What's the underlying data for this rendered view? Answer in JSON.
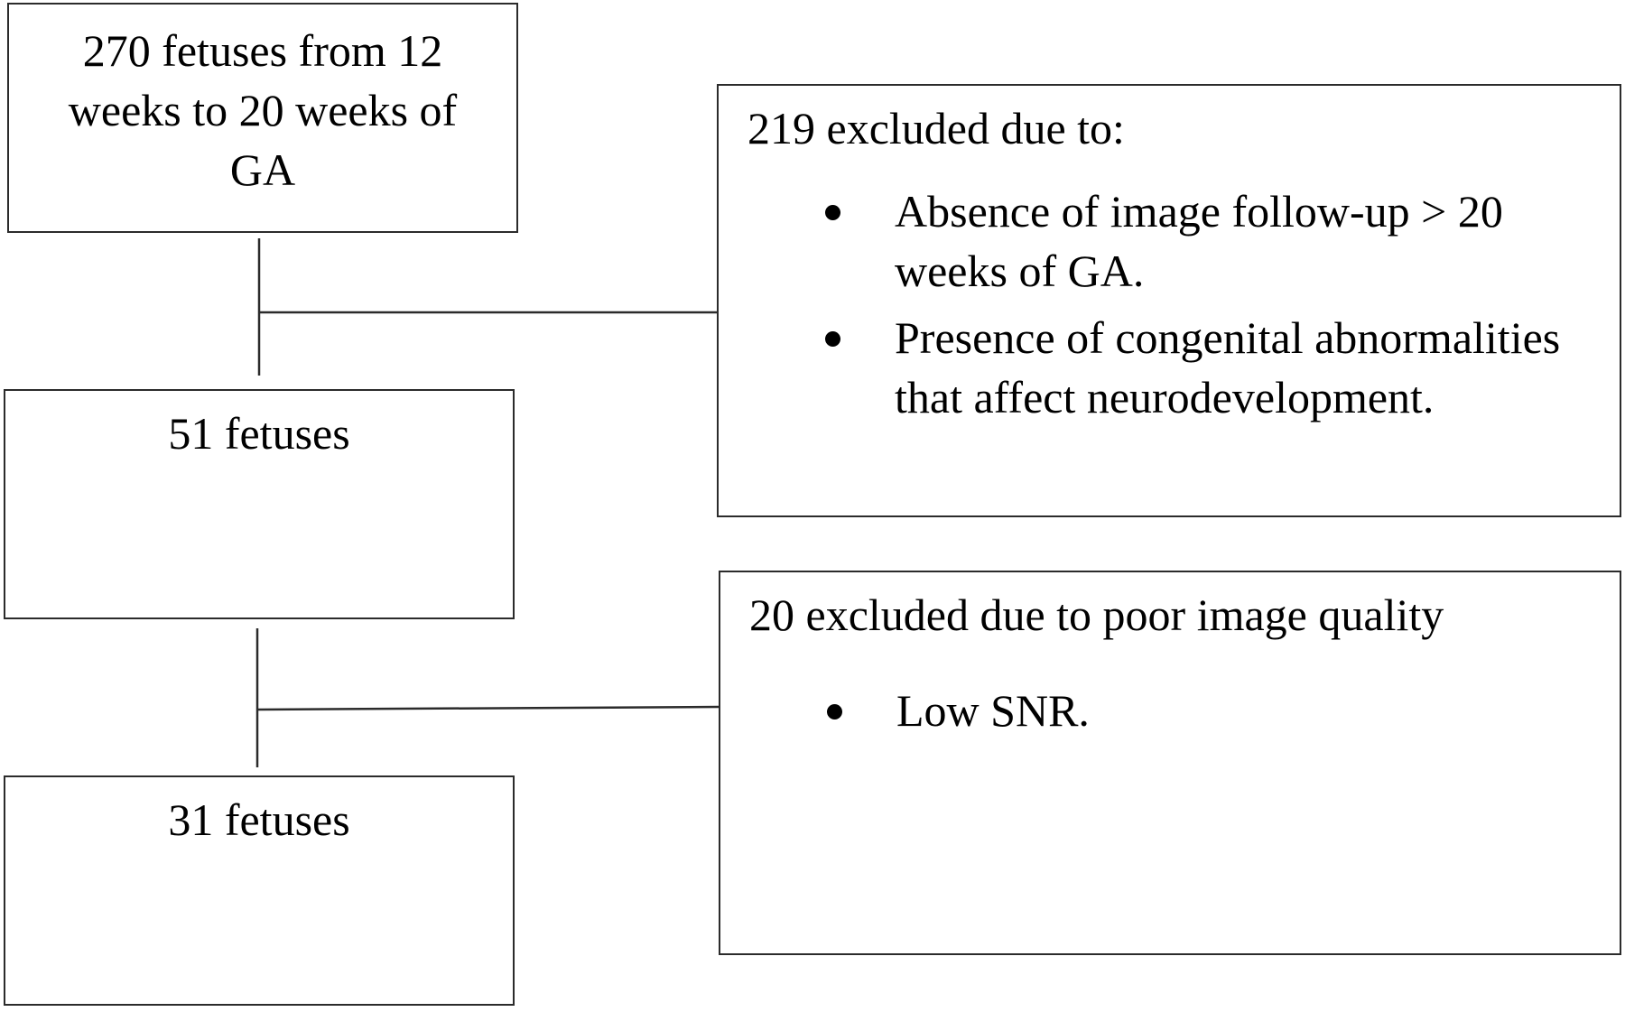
{
  "diagram": {
    "start_box": {
      "lines": [
        "270 fetuses from 12",
        "weeks to 20 weeks of",
        "GA"
      ]
    },
    "middle_box": {
      "text": "51 fetuses"
    },
    "final_box": {
      "text": "31 fetuses"
    },
    "exclusion_1": {
      "heading": "219 excluded due to:",
      "items": [
        "Absence of image follow-up > 20 weeks of GA.",
        "Presence of congenital abnormalities that affect neurodevelopment."
      ]
    },
    "exclusion_2": {
      "heading": "20 excluded due to poor image quality",
      "items": [
        "Low SNR."
      ]
    }
  }
}
